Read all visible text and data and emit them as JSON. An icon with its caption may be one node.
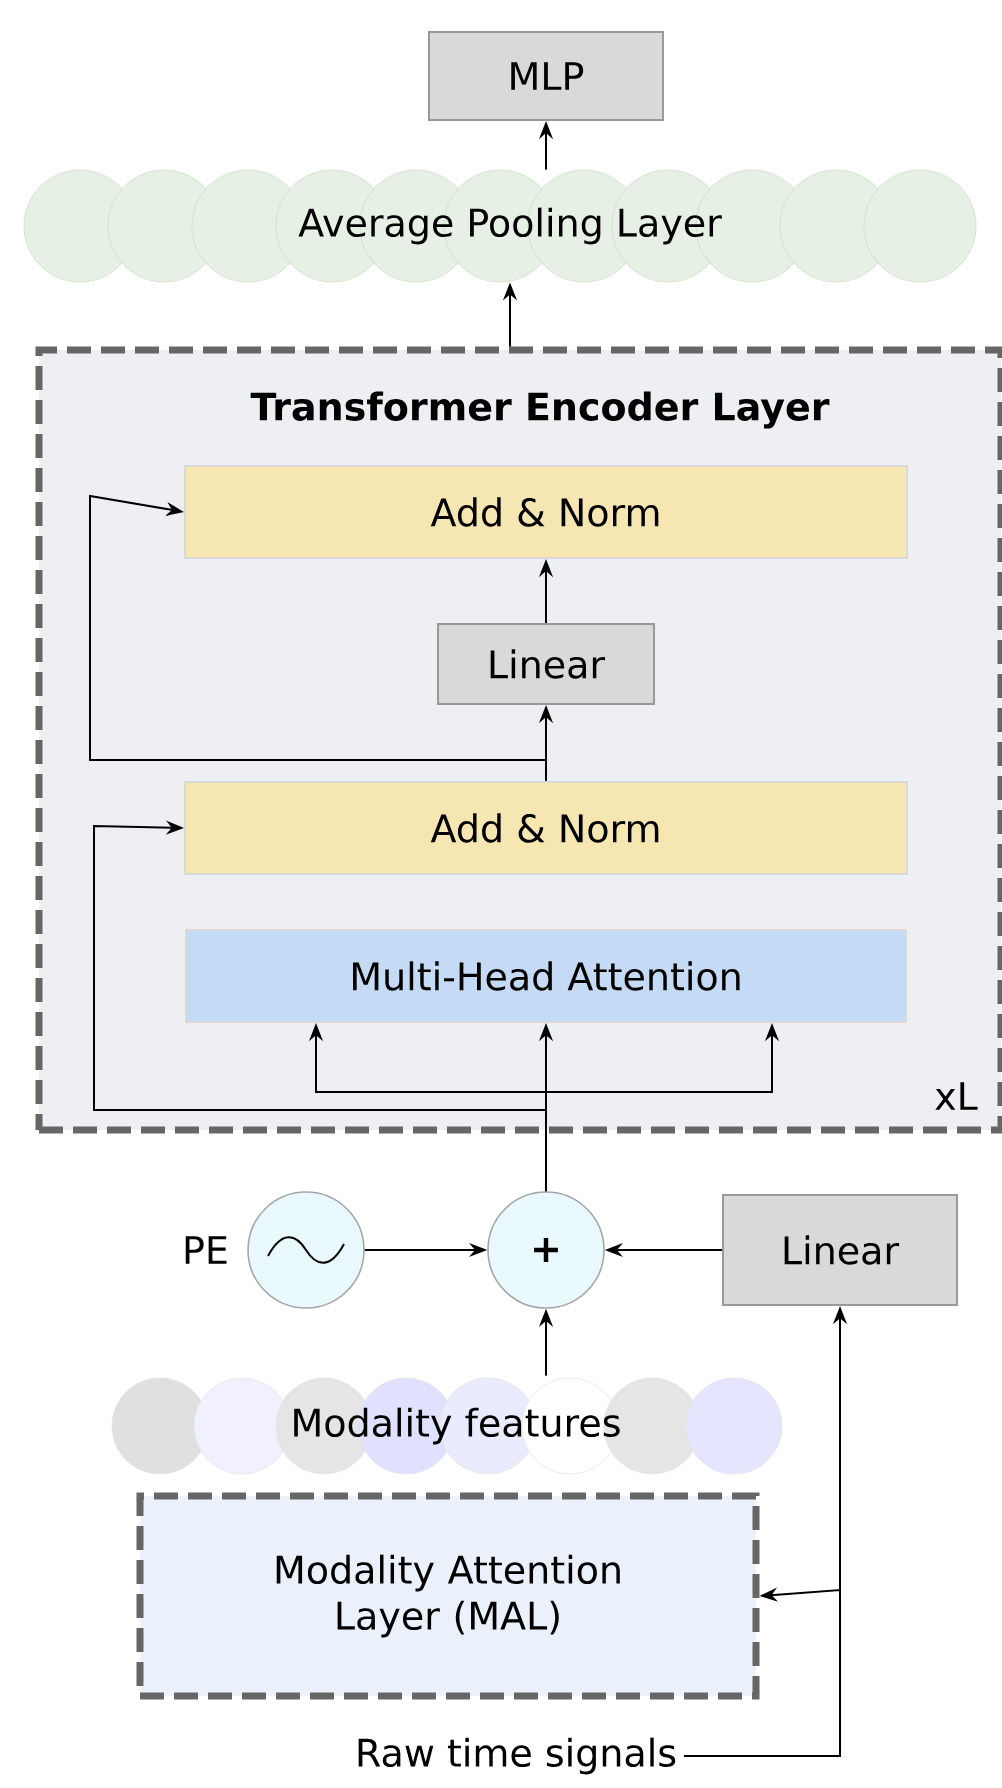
{
  "diagram": {
    "nodes": [
      {
        "text": [
          "MLP"
        ]
      },
      {
        "text": [
          "Average Pooling Layer"
        ]
      },
      {
        "text": [
          "Transformer Encoder Layer"
        ]
      },
      {
        "text": [
          "Add & Norm"
        ],
        "in": 2
      },
      {
        "text": [
          "Linear"
        ],
        "in": 2
      },
      {
        "text": [
          "Add & Norm"
        ],
        "in": 2
      },
      {
        "text": [
          "Multi-Head Attention"
        ],
        "in": 2
      },
      {
        "text": [],
        "shape": "circle",
        "beside": [
          "PE"
        ]
      },
      {
        "text": [
          "+"
        ]
      },
      {
        "text": [
          "Linear"
        ]
      },
      {
        "text": [
          "Modality features"
        ]
      },
      {
        "text": [
          "Modality Attention Layer (MAL)"
        ]
      },
      {
        "text": [
          "Raw time signals"
        ]
      }
    ],
    "edges": [
      {
        "from": 1,
        "to": 0,
        "arrow": "to"
      },
      {
        "from": 2,
        "to": 1,
        "arrow": "to"
      },
      {
        "from": 5,
        "to": 4,
        "arrow": "to"
      },
      {
        "from": 4,
        "to": 3,
        "arrow": "to"
      },
      {
        "from": 5,
        "to": 3,
        "arrow": "to"
      },
      {
        "from": 8,
        "to": 6,
        "arrow": "to"
      },
      {
        "from": 8,
        "to": 5,
        "arrow": "to"
      },
      {
        "from": 7,
        "to": 8,
        "arrow": "to"
      },
      {
        "from": 9,
        "to": 8,
        "arrow": "to"
      },
      {
        "from": 10,
        "to": 8,
        "arrow": "to"
      },
      {
        "from": 12,
        "to": 9,
        "arrow": "to"
      },
      {
        "from": 12,
        "to": 11,
        "arrow": "to"
      }
    ],
    "labels": [
      "xL"
    ]
  }
}
